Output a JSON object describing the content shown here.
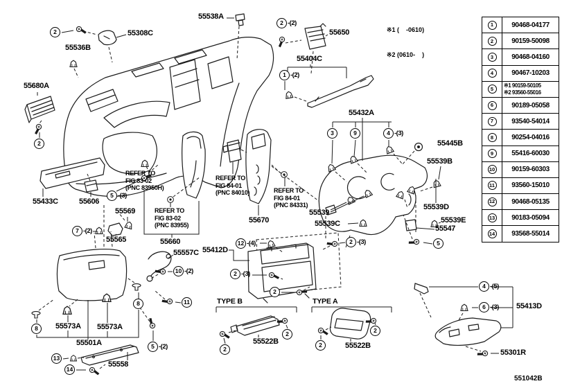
{
  "asterisk_notes": {
    "line1": "※1 (    -0610)",
    "line2": "※2 (0610-    )"
  },
  "diagram_code": "551042B",
  "parts_table": {
    "rows": [
      {
        "ref": "1",
        "number": "90468-04177"
      },
      {
        "ref": "2",
        "number": "90159-50098"
      },
      {
        "ref": "3",
        "number": "90468-04160"
      },
      {
        "ref": "4",
        "number": "90467-10203"
      },
      {
        "ref": "5",
        "number1": "※1 90159-50105",
        "number2": "※2 93560-55016"
      },
      {
        "ref": "6",
        "number": "90189-05058"
      },
      {
        "ref": "7",
        "number": "93540-54014"
      },
      {
        "ref": "8",
        "number": "90254-04016"
      },
      {
        "ref": "9",
        "number": "55416-60030"
      },
      {
        "ref": "10",
        "number": "90159-60303"
      },
      {
        "ref": "11",
        "number": "93560-15010"
      },
      {
        "ref": "12",
        "number": "90468-05135"
      },
      {
        "ref": "13",
        "number": "90183-05094"
      },
      {
        "ref": "14",
        "number": "93568-55014"
      }
    ]
  },
  "part_labels": {
    "55538A": "55538A",
    "55308C": "55308C",
    "55536B": "55536B",
    "55680A": "55680A",
    "55650": "55650",
    "55404C": "55404C",
    "55433C": "55433C",
    "55606": "55606",
    "55569": "55569",
    "55565": "55565",
    "55660": "55660",
    "55557C": "55557C",
    "55412D": "55412D",
    "55670": "55670",
    "55539": "55539",
    "55539C": "55539C",
    "55432A": "55432A",
    "55445B": "55445B",
    "55539B": "55539B",
    "55539D": "55539D",
    "55539E": "55539E",
    "55547": "55547",
    "55573A": "55573A",
    "55501A": "55501A",
    "55558": "55558",
    "55522B": "55522B",
    "55413D": "55413D",
    "55301R": "55301R"
  },
  "refer_notes": {
    "n1": {
      "l1": "REFER TO",
      "l2": "FIG 83-02",
      "l3": "(PNC 83950H)"
    },
    "n2": {
      "l1": "REFER TO",
      "l2": "FIG 83-02",
      "l3": "(PNC 83955)"
    },
    "n3": {
      "l1": "REFER TO",
      "l2": "FIG 84-01",
      "l3": "(PNC 84010)"
    },
    "n4": {
      "l1": "REFER TO",
      "l2": "FIG 84-01",
      "l3": "(PNC 84331)"
    }
  },
  "type_sections": {
    "type_b": "TYPE B",
    "type_a": "TYPE A"
  },
  "callouts": {
    "c2_ip_top_left": {
      "n": "2"
    },
    "c2_register": {
      "n": "2",
      "qty": "-(2)"
    },
    "c1_garnish": {
      "n": "1",
      "qty": "-(2)"
    },
    "c2_side_vent": {
      "n": "2"
    },
    "c5_lower_panel": {
      "n": "5",
      "qty": "-(3)"
    },
    "c7_clip": {
      "n": "7",
      "qty": "-(2)"
    },
    "c3_cluster": {
      "n": "3"
    },
    "c9_cluster": {
      "n": "9"
    },
    "c4_cluster": {
      "n": "4",
      "qty": "-(3)"
    },
    "c5_cluster": {
      "n": "5"
    },
    "c12_radio": {
      "n": "12",
      "qty": "-(4)"
    },
    "c2_radio_right": {
      "n": "2",
      "qty": "-(3)"
    },
    "c2_radio_left": {
      "n": "2",
      "qty": "-(3)"
    },
    "c2_radio_bottom": {
      "n": "2"
    },
    "c8_glove_left": {
      "n": "8"
    },
    "c8_glove_right": {
      "n": "8"
    },
    "c10_check_strap": {
      "n": "10",
      "qty": "-(2)"
    },
    "c11_screw": {
      "n": "11"
    },
    "c5_glove": {
      "n": "5",
      "qty": "-(2)"
    },
    "c13_clip": {
      "n": "13"
    },
    "c14_screw": {
      "n": "14"
    },
    "c2_typeb_left": {
      "n": "2"
    },
    "c2_typeb_right": {
      "n": "2"
    },
    "c2_typea_left": {
      "n": "2"
    },
    "c2_typea_right": {
      "n": "2"
    },
    "c4_lower_right": {
      "n": "4",
      "qty": "-(5)"
    },
    "c6_lower_right": {
      "n": "6",
      "qty": "-(3)"
    }
  }
}
